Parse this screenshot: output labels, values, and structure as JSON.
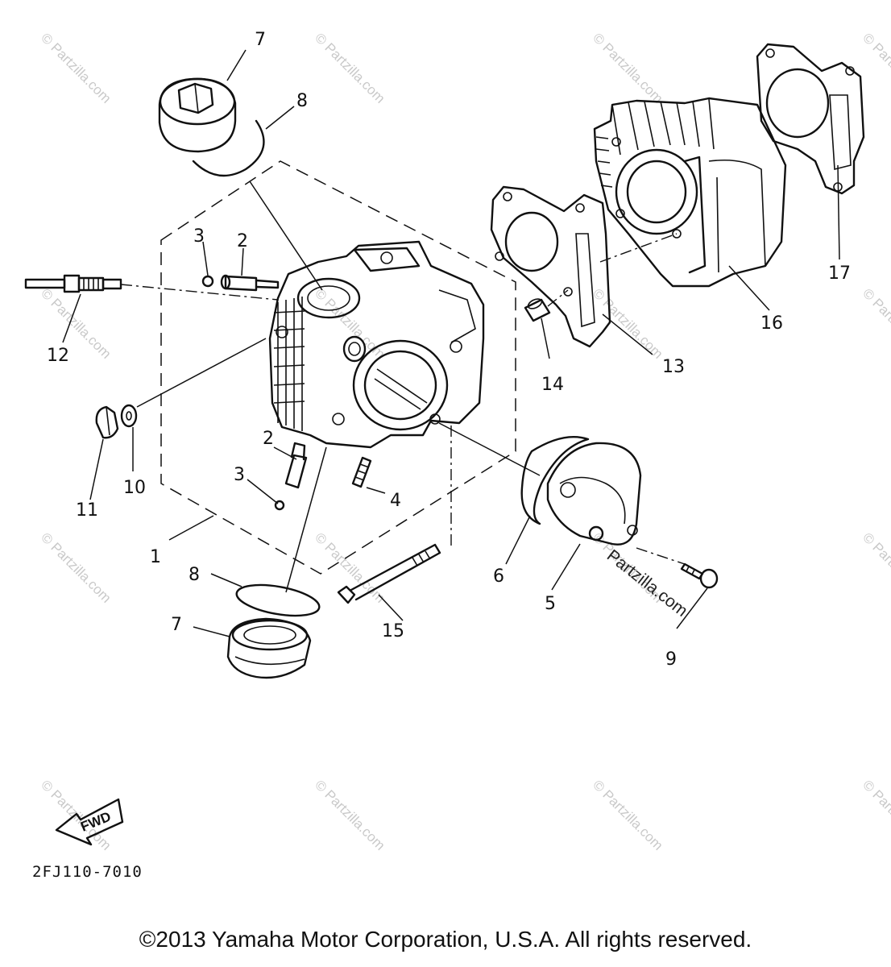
{
  "watermark": "© Partzilla.com",
  "inline_watermark": "Partzilla.com",
  "callouts": [
    "7",
    "8",
    "3",
    "2",
    "12",
    "10",
    "11",
    "2",
    "3",
    "4",
    "1",
    "8",
    "7",
    "15",
    "6",
    "5",
    "9",
    "14",
    "13",
    "16",
    "17"
  ],
  "fwd_label": "FWD",
  "diagram_code": "2FJ110-7010",
  "copyright": "©2013 Yamaha Motor Corporation, U.S.A. All rights reserved.",
  "colors": {
    "ink": "#111111",
    "watermark": "#c9c9c9",
    "background": "#ffffff"
  }
}
